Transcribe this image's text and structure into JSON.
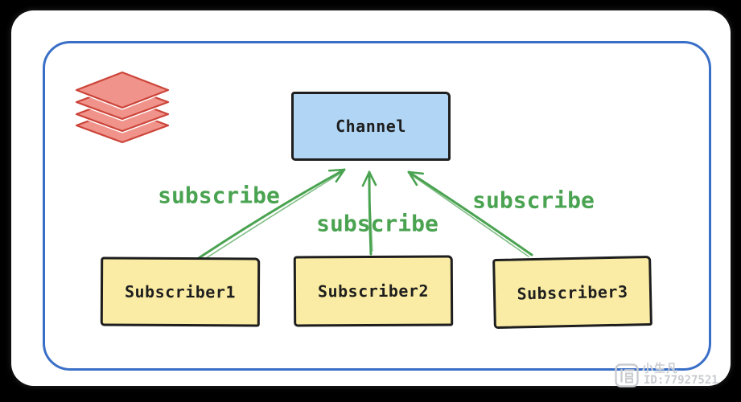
{
  "colors": {
    "bg": "#000000",
    "card": "#ffffff",
    "frame-blue": "#3a6fc7",
    "ink": "#1e1e1e",
    "channel-fill": "#b0d5f5",
    "subscriber-fill": "#faeca4",
    "green": "#4aa351",
    "red-fill": "#f0938b",
    "red-stroke": "#cc4439",
    "watermark": "#c9ccd0"
  },
  "diagram": {
    "channel": {
      "label": "Channel"
    },
    "subscribers": [
      {
        "label": "Subscriber1"
      },
      {
        "label": "Subscriber2"
      },
      {
        "label": "Subscriber3"
      }
    ],
    "edge_labels": [
      {
        "label": "subscribe"
      },
      {
        "label": "subscribe"
      },
      {
        "label": "subscribe"
      }
    ]
  },
  "watermark": {
    "name": "小生凡",
    "id": "ID:77927521"
  }
}
